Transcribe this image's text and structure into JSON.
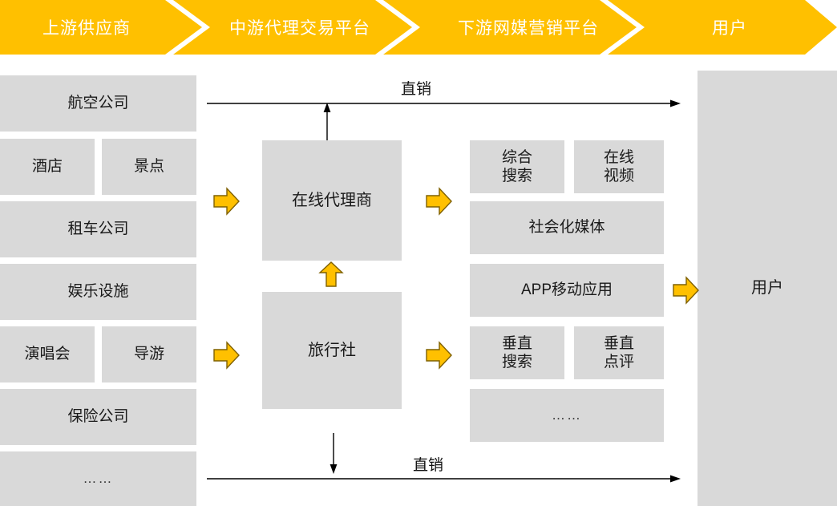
{
  "header": {
    "segments": [
      {
        "label": "上游供应商"
      },
      {
        "label": "中游代理交易平台"
      },
      {
        "label": "下游网媒营销平台"
      },
      {
        "label": "用户"
      }
    ],
    "background_color": "#FFC000",
    "text_color": "#FFFFFF"
  },
  "colors": {
    "node_fill": "#D9D9D9",
    "accent_yellow": "#FFC000",
    "arrow_outline": "#7F6000",
    "line": "#000000",
    "page_background": "#FFFFFF"
  },
  "columns": {
    "upstream": {
      "title": "上游供应商",
      "nodes": [
        {
          "label": "航空公司"
        },
        {
          "label": "酒店"
        },
        {
          "label": "景点"
        },
        {
          "label": "租车公司"
        },
        {
          "label": "娱乐设施"
        },
        {
          "label": "演唱会"
        },
        {
          "label": "导游"
        },
        {
          "label": "保险公司"
        },
        {
          "label": "……"
        }
      ]
    },
    "midstream": {
      "title": "中游代理交易平台",
      "nodes": [
        {
          "label": "在线代理商"
        },
        {
          "label": "旅行社"
        }
      ]
    },
    "downstream": {
      "title": "下游网媒营销平台",
      "nodes": [
        {
          "label": "综合\n搜索"
        },
        {
          "label": "在线\n视频"
        },
        {
          "label": "社会化媒体"
        },
        {
          "label": "APP移动应用"
        },
        {
          "label": "垂直\n搜索"
        },
        {
          "label": "垂直\n点评"
        },
        {
          "label": "……"
        }
      ]
    },
    "user": {
      "title": "用户",
      "nodes": [
        {
          "label": "用户"
        }
      ]
    }
  },
  "flows": {
    "direct_sale_top": "直销",
    "direct_sale_bottom": "直销"
  }
}
